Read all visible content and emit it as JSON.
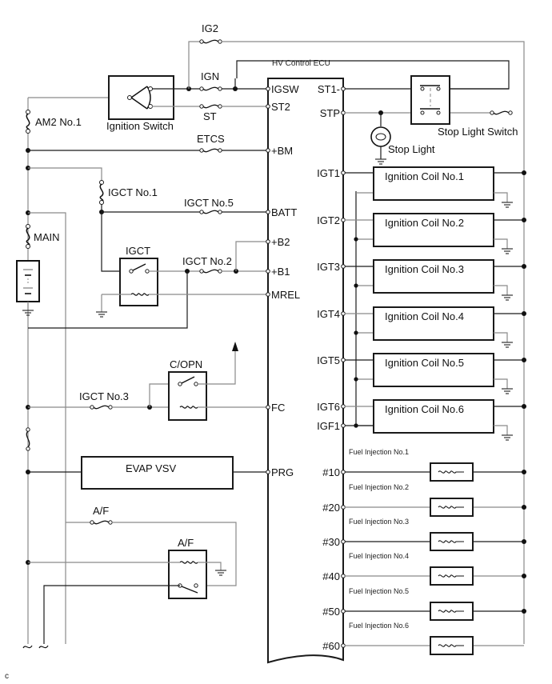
{
  "diagram": {
    "type": "wiring-schematic",
    "corner_code": "c",
    "ecu": {
      "label": "HV Control ECU"
    },
    "ecu_terminals_left": [
      "IGSW",
      "ST2",
      "+BM",
      "BATT",
      "+B2",
      "+B1",
      "MREL",
      "FC",
      "PRG"
    ],
    "ecu_terminals_right": [
      "ST1-",
      "STP",
      "IGT1",
      "IGT2",
      "IGT3",
      "IGT4",
      "IGT5",
      "IGT6",
      "IGF1",
      "#10",
      "#20",
      "#30",
      "#40",
      "#50",
      "#60"
    ],
    "fuses": {
      "ig2": "IG2",
      "ign": "IGN",
      "st": "ST",
      "etcs": "ETCS",
      "igct_no5": "IGCT No.5",
      "igct_no2": "IGCT No.2",
      "igct_no3": "IGCT No.3",
      "af": "A/F"
    },
    "fusible_links": {
      "am2_no1": "AM2 No.1",
      "igct_no1": "IGCT No.1",
      "main": "MAIN"
    },
    "components": {
      "ignition_switch": "Ignition Switch",
      "igct_relay": "IGCT",
      "copn_relay": "C/OPN",
      "evap_vsv": "EVAP VSV",
      "af_relay": "A/F",
      "stop_light_switch": "Stop Light Switch",
      "stop_light": "Stop Light"
    },
    "ignition_coils": [
      "Ignition Coil No.1",
      "Ignition Coil No.2",
      "Ignition Coil No.3",
      "Ignition Coil No.4",
      "Ignition Coil No.5",
      "Ignition Coil No.6"
    ],
    "fuel_injectors": [
      "Fuel Injection No.1",
      "Fuel Injection No.2",
      "Fuel Injection No.3",
      "Fuel Injection No.4",
      "Fuel Injection No.5",
      "Fuel Injection No.6"
    ],
    "icons": {
      "fuse": "fuse-icon",
      "fusible_link": "fusible-link-icon",
      "ground": "ground-icon",
      "battery": "battery-icon",
      "relay_coil": "relay-coil-icon",
      "lamp": "lamp-icon",
      "arrow": "arrow-up-icon"
    }
  }
}
